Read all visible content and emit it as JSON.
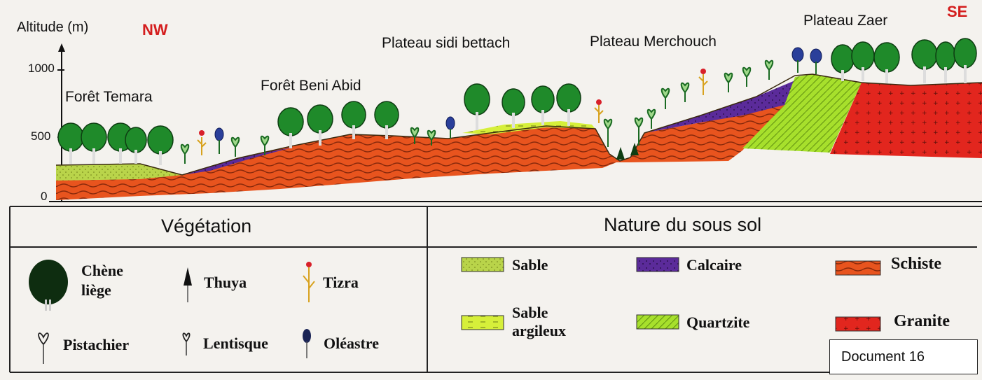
{
  "profile": {
    "axis_label": "Altitude (m)",
    "nw_label": "NW",
    "se_label": "SE",
    "ticks": [
      "1000",
      "500",
      "0"
    ],
    "places": {
      "foret_temara": "Forêt  Temara",
      "foret_beni_abid": "Forêt Beni Abid",
      "plateau_sidi_bettach": "Plateau sidi bettach",
      "plateau_merchouch": "Plateau Merchouch",
      "plateau_zaer": "Plateau Zaer"
    }
  },
  "legend": {
    "vegetation_title": "Végétation",
    "soil_title": "Nature du sous sol",
    "vegetation": {
      "chene_line1": "Chène",
      "chene_line2": "liège",
      "thuya": "Thuya",
      "tizra": "Tizra",
      "pistachier": "Pistachier",
      "lentisque": "Lentisque",
      "oleastre": "Oléastre"
    },
    "soil": {
      "sable": "Sable",
      "sable_argileux_line1": "Sable",
      "sable_argileux_line2": "argileux",
      "calcaire": "Calcaire",
      "quartzite": "Quartzite",
      "schiste": "Schiste",
      "granite": "Granite"
    }
  },
  "colors": {
    "schiste": "#e8541e",
    "granite": "#e2261e",
    "calcaire": "#5b2b9a",
    "quartzite": "#a7e02c",
    "sable": "#b9d44a",
    "sable_argileux": "#d6ef3a",
    "tree": "#1f8a2a",
    "tree_dark": "#0e3d12"
  },
  "document_label": "Document 16"
}
